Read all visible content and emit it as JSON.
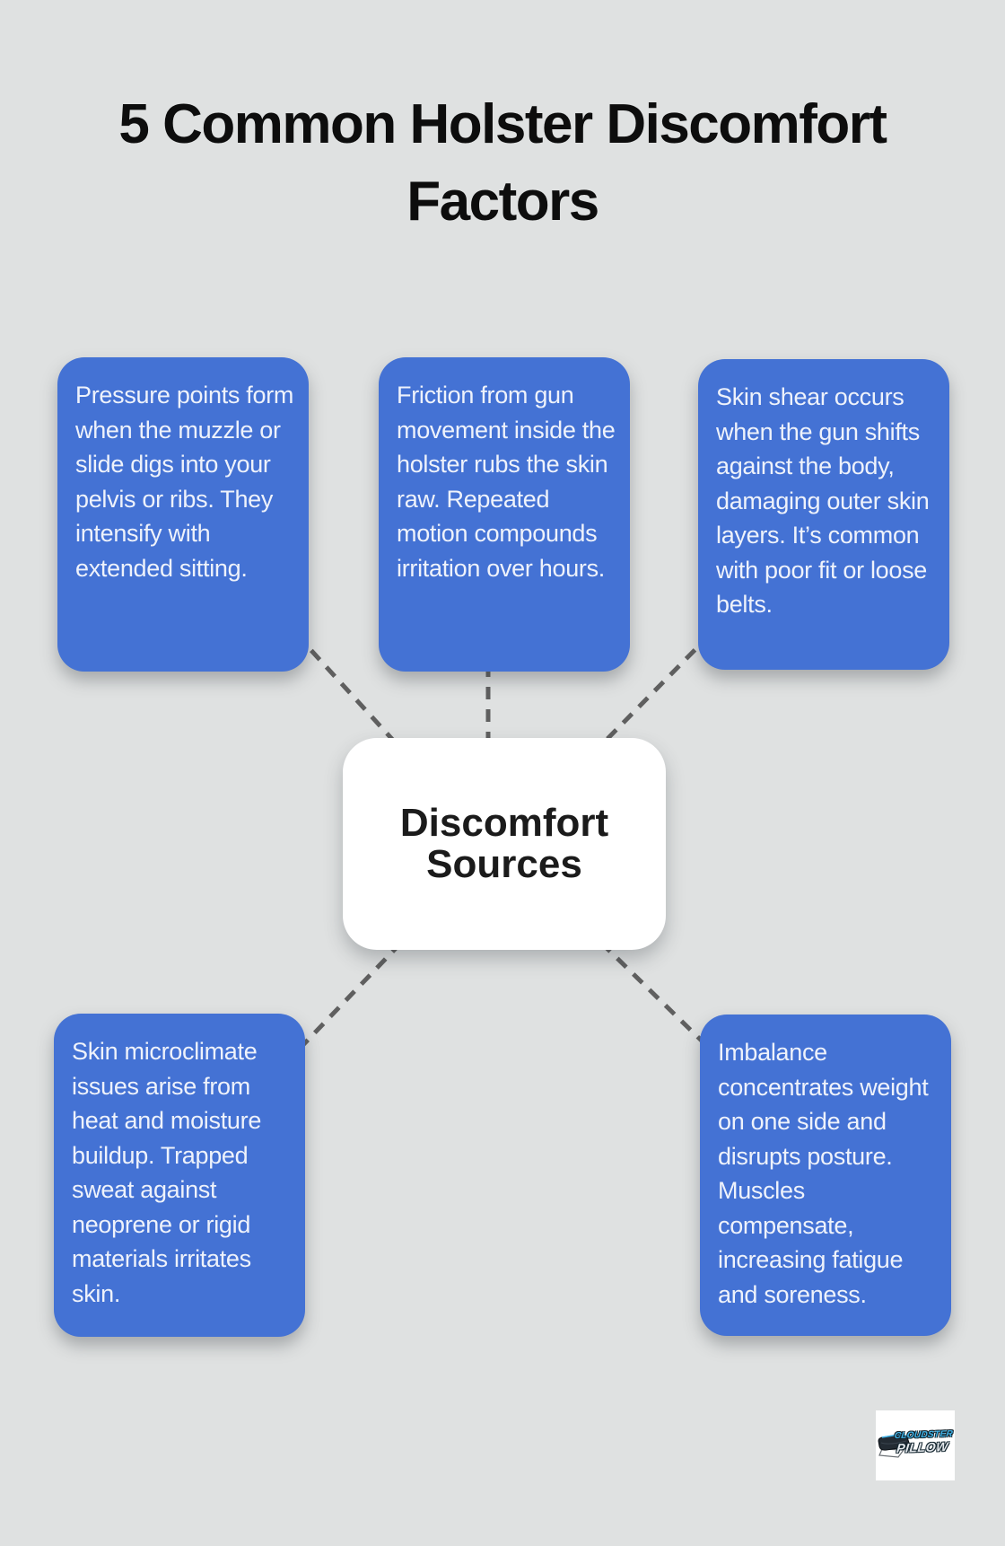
{
  "title": {
    "line1": "5 Common Holster Discomfort",
    "line2": "Factors"
  },
  "center_node": {
    "line1": "Discomfort",
    "line2": "Sources"
  },
  "factors": [
    {
      "id": "pressure-points",
      "text": "Pressure points form when the muzzle or slide digs into your pelvis or ribs. They intensify with extended sitting."
    },
    {
      "id": "friction",
      "text": "Friction from gun movement inside the holster rubs the skin raw. Repeated motion compounds irritation over hours."
    },
    {
      "id": "skin-shear",
      "text": "Skin shear occurs when the gun shifts against the body, damaging outer skin layers. It’s common with poor fit or loose belts."
    },
    {
      "id": "skin-microclimate",
      "text": "Skin microclimate issues arise from heat and moisture buildup. Trapped sweat against neoprene or rigid materials irritates skin."
    },
    {
      "id": "imbalance",
      "text": "Imbalance concentrates weight on one side and disrupts posture. Muscles compensate, increasing fatigue and soreness."
    }
  ],
  "logo": {
    "line1": "CLOUDSTER",
    "line2": "PILLOW"
  },
  "colors": {
    "background": "#dfe1e1",
    "card_blue": "#4472d4",
    "card_text": "#eef2fb",
    "title_text": "#0d0d0d",
    "center_bg": "#ffffff",
    "center_text": "#1b1b1b",
    "connector_gray": "#5f5f5f",
    "logo_blue": "#3fb3e8",
    "logo_silver": "#e4e8ec"
  }
}
